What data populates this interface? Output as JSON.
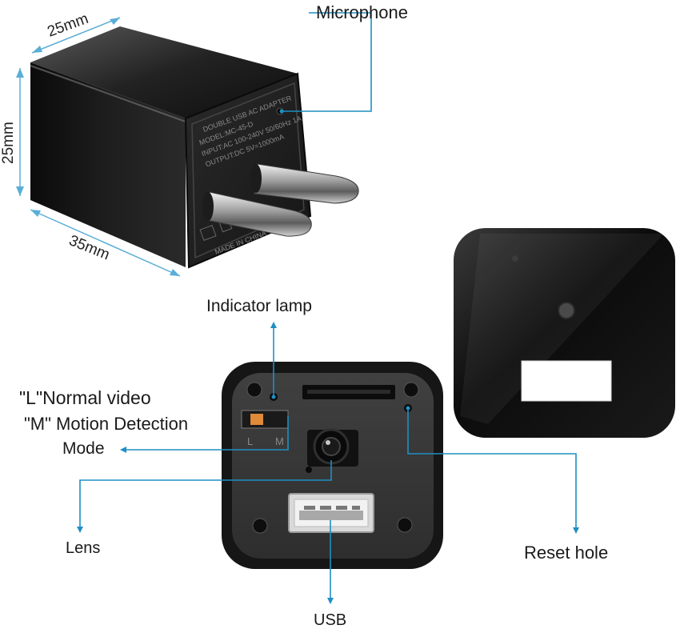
{
  "dimensions": {
    "width": "25mm",
    "height": "25mm",
    "depth": "35mm"
  },
  "adapter_text": {
    "line1": "DOUBLE USB AC ADAPTER",
    "line2": "MODEL:MC-45-D",
    "line3": "INPUT:AC 100-240V 50/60Hz 1A",
    "line4": "OUTPUT:DC 5V=1000mA",
    "made_in": "MADE IN CHINA"
  },
  "labels": {
    "microphone": "Microphone",
    "indicator_lamp": "Indicator lamp",
    "mode_l": "\"L\"Normal video",
    "mode_m": "\"M\" Motion Detection",
    "mode": "Mode",
    "lens": "Lens",
    "reset_hole": "Reset hole",
    "usb": "USB",
    "switch_l": "L",
    "switch_m": "M"
  },
  "colors": {
    "callout": "#1f8fc4",
    "device_black": "#1b1b1b",
    "panel_grey": "#3a3a3a"
  }
}
